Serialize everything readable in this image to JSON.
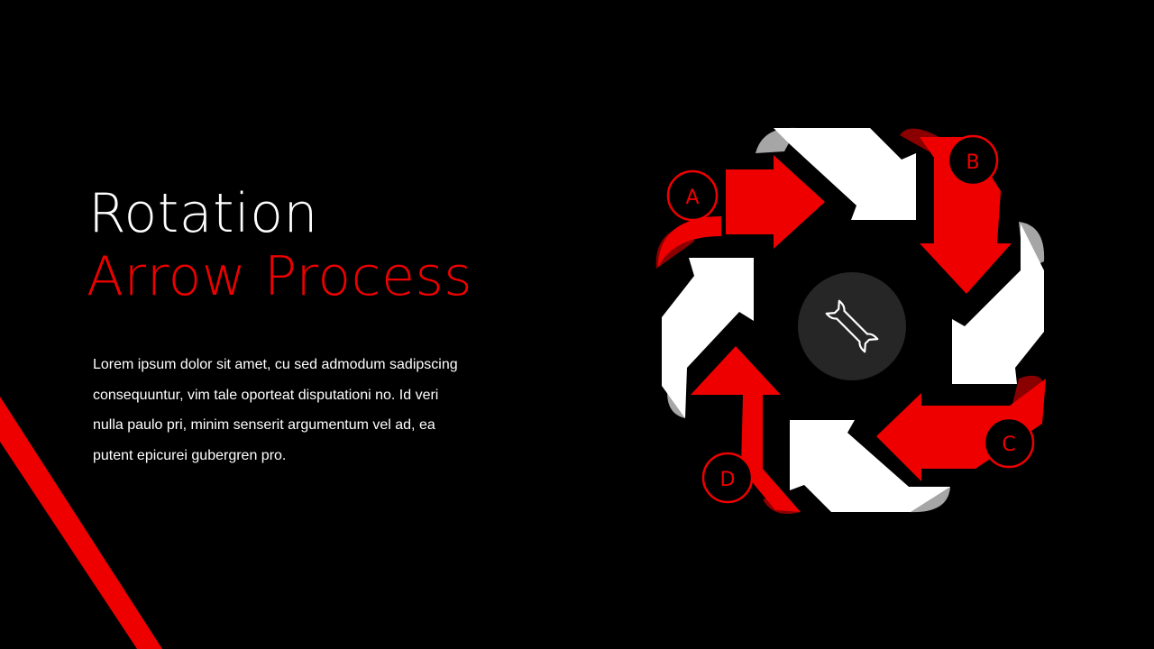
{
  "title": {
    "line1": "Rotation",
    "line2": "Arrow Process"
  },
  "body_lines": [
    "Lorem ipsum dolor sit amet, cu sed admodum sadipscing",
    "consequuntur, vim tale oporteat disputationi no. Id veri",
    "nulla paulo pri, minim senserit argumentum vel ad, ea",
    "putent epicurei gubergren pro."
  ],
  "steps": [
    {
      "letter": "A"
    },
    {
      "letter": "B"
    },
    {
      "letter": "C"
    },
    {
      "letter": "D"
    }
  ],
  "center_icon": "wrench-icon",
  "colors": {
    "background": "#000000",
    "accent": "#ee0000",
    "accent_dark": "#8a0000",
    "white": "#ffffff",
    "gray": "#a6a6a6",
    "center": "#262626"
  }
}
